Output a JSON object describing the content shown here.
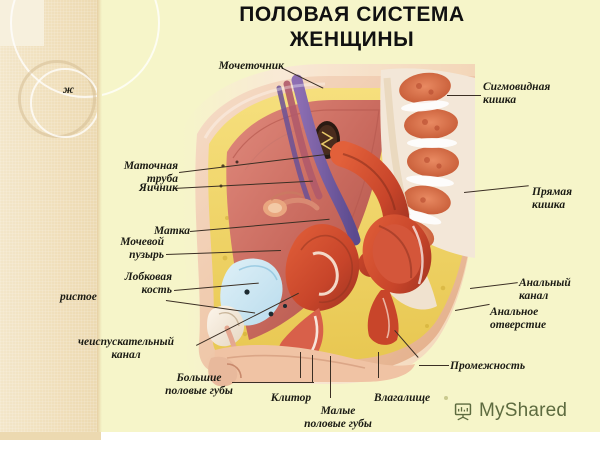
{
  "slide": {
    "title_line1": "ПОЛОВАЯ СИСТЕМА",
    "title_line2": "ЖЕНЩИНЫ",
    "background_color": "#f6f5c9",
    "side_band_color": "#f0dfbb",
    "title_color": "#111111",
    "label_color": "#1b1b14",
    "leader_color": "#3b2f24"
  },
  "illustration": {
    "name": "female-pelvis-sagittal-section",
    "description": "Анатомическая иллюстрация: сагиттальный разрез женского таза"
  },
  "labels": [
    {
      "id": "ureter",
      "text": "Мочеточник",
      "side": "top-left"
    },
    {
      "id": "sigmoid-colon",
      "text": "Сигмовидная\nкишка",
      "side": "right"
    },
    {
      "id": "fallopian-tube",
      "text": "Маточная\nтруба",
      "side": "left"
    },
    {
      "id": "ovary",
      "text": "Яичник",
      "side": "left"
    },
    {
      "id": "rectum",
      "text": "Прямая\nкишка",
      "side": "right"
    },
    {
      "id": "uterus",
      "text": "Матка",
      "side": "left"
    },
    {
      "id": "bladder",
      "text": "Мочевой\nпузырь",
      "side": "left"
    },
    {
      "id": "pubic-bone",
      "text": "Лобковая\nкость",
      "side": "left"
    },
    {
      "id": "cavernous-body",
      "text": "ристое",
      "side": "left-clipped"
    },
    {
      "id": "anal-canal",
      "text": "Анальный\nканал",
      "side": "right"
    },
    {
      "id": "anus",
      "text": "Анальное\nотверстие",
      "side": "right"
    },
    {
      "id": "urethra",
      "text": "чеиспускательный\nканал",
      "side": "left-clipped"
    },
    {
      "id": "perineum",
      "text": "Промежность",
      "side": "right"
    },
    {
      "id": "labia-majora",
      "text": "Большие\nполовые губы",
      "side": "bottom"
    },
    {
      "id": "clitoris",
      "text": "Клитор",
      "side": "bottom"
    },
    {
      "id": "labia-minora",
      "text": "Малые\nполовые губы",
      "side": "bottom"
    },
    {
      "id": "vagina",
      "text": "Влагалище",
      "side": "bottom"
    },
    {
      "id": "clipped-top-left",
      "text": "ж",
      "side": "left-clipped"
    }
  ],
  "watermark": {
    "text": "MyShared",
    "icon": "presentation-chart-icon",
    "color": "#5d6b3f"
  }
}
